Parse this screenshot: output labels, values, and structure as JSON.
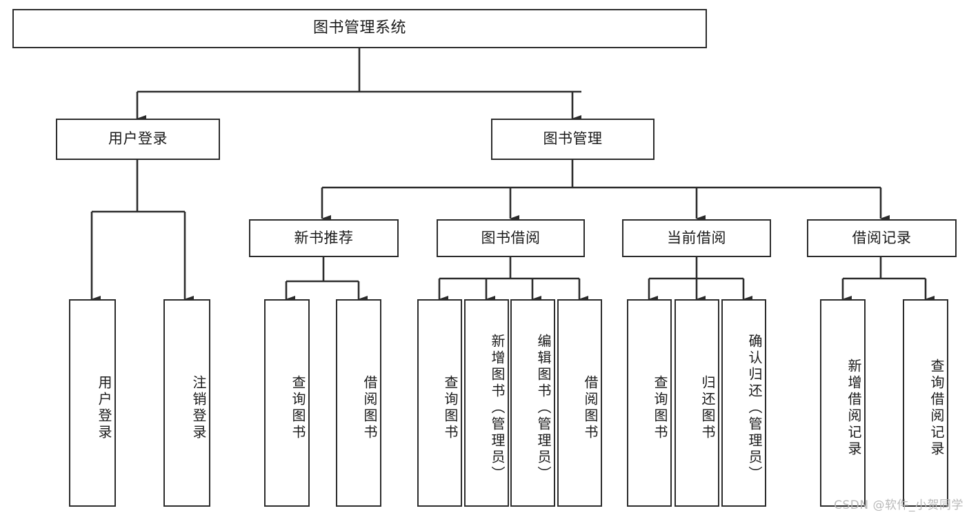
{
  "diagram": {
    "title": "图书管理系统",
    "type": "hierarchy-tree",
    "levels": 3,
    "root": {
      "label": "图书管理系统"
    },
    "level2": [
      {
        "id": "user-login",
        "label": "用户登录"
      },
      {
        "id": "book-manage",
        "label": "图书管理"
      }
    ],
    "level3": [
      {
        "id": "new-book-recommend",
        "label": "新书推荐",
        "parent": "book-manage"
      },
      {
        "id": "book-borrow",
        "label": "图书借阅",
        "parent": "book-manage"
      },
      {
        "id": "current-borrow",
        "label": "当前借阅",
        "parent": "book-manage"
      },
      {
        "id": "borrow-record",
        "label": "借阅记录",
        "parent": "book-manage"
      }
    ],
    "leaves": [
      {
        "id": "leaf-user-login",
        "label": "用户登录",
        "parent": "user-login"
      },
      {
        "id": "leaf-logout-login",
        "label": "注销登录",
        "parent": "user-login"
      },
      {
        "id": "leaf-query-book-1",
        "label": "查询图书",
        "parent": "new-book-recommend"
      },
      {
        "id": "leaf-borrow-book-1",
        "label": "借阅图书",
        "parent": "new-book-recommend"
      },
      {
        "id": "leaf-query-book-2",
        "label": "查询图书",
        "parent": "book-borrow"
      },
      {
        "id": "leaf-add-book",
        "label": "新增图书（管理员）",
        "parent": "book-borrow"
      },
      {
        "id": "leaf-edit-book",
        "label": "编辑图书（管理员）",
        "parent": "book-borrow"
      },
      {
        "id": "leaf-borrow-book-2",
        "label": "借阅图书",
        "parent": "book-borrow"
      },
      {
        "id": "leaf-query-book-3",
        "label": "查询图书",
        "parent": "current-borrow"
      },
      {
        "id": "leaf-return-book",
        "label": "归还图书",
        "parent": "current-borrow"
      },
      {
        "id": "leaf-confirm-return",
        "label": "确认归还（管理员）",
        "parent": "current-borrow"
      },
      {
        "id": "leaf-add-record",
        "label": "新增借阅记录",
        "parent": "borrow-record"
      },
      {
        "id": "leaf-query-record",
        "label": "查询借阅记录",
        "parent": "borrow-record"
      }
    ]
  },
  "watermark": {
    "text": "CSDN @软件_小贺同学"
  },
  "colors": {
    "stroke": "#2b2b2b",
    "background": "#ffffff",
    "text": "#1a1a1a",
    "watermark": "#b9b9b9"
  }
}
